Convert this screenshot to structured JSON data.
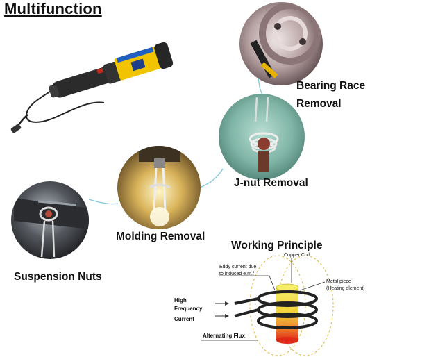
{
  "title": "Multifunction",
  "applications": [
    {
      "label": "Bearing Race"
    },
    {
      "label": "Removal"
    },
    {
      "label": "J-nut Removal"
    },
    {
      "label": "Molding Removal"
    },
    {
      "label": "Suspension Nuts"
    }
  ],
  "principle": {
    "heading": "Working Principle",
    "copper_coil": "Copper Coil",
    "eddy_current_1": "Eddy current due",
    "eddy_current_2": "to induced e.m.f",
    "metal_piece_1": "Metal piece",
    "metal_piece_2": "(Heating element)",
    "high": "High",
    "frequency": "Frequency",
    "current": "Current",
    "alternating_flux": "Alternating Flux"
  },
  "colors": {
    "connector": "#7fc8d8",
    "tool_body": "#2b2b2b",
    "tool_label": "#f2c400",
    "tool_band": "#2060c0",
    "heated": "#e33b1f",
    "metal_top": "#f4e54a",
    "flux": "#e0c050"
  }
}
